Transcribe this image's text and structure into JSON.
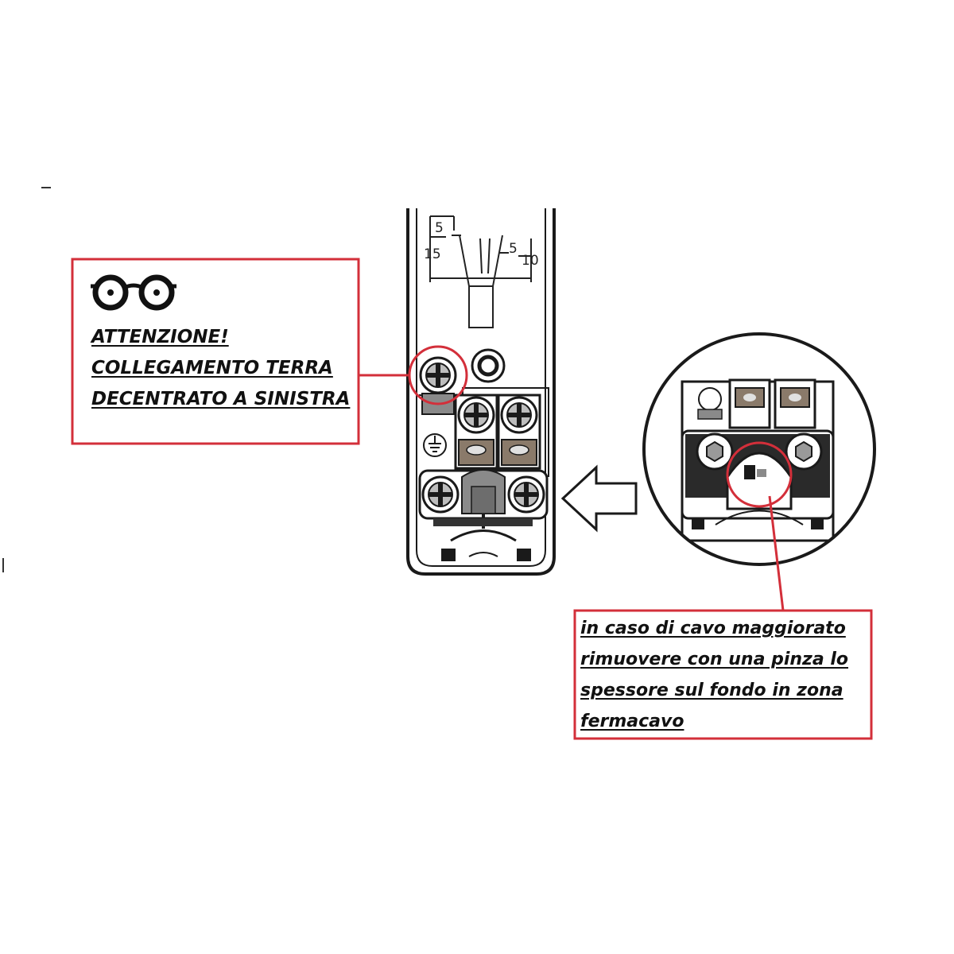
{
  "warning_box": {
    "icon": "glasses-icon",
    "lines": [
      "ATTENZIONE!",
      "COLLEGAMENTO TERRA",
      "DECENTRATO A SINISTRA"
    ]
  },
  "note_box": {
    "lines": [
      "in caso di cavo maggiorato",
      "rimuovere con una pinza lo",
      "spessore sul fondo in zona",
      "fermacavo"
    ]
  },
  "dimensions": {
    "top_left": "5",
    "left": "15",
    "top_right": "5",
    "right": "10"
  },
  "colors": {
    "callout_red": "#d32f3a",
    "line_dark": "#1a1a1a",
    "fill_gray": "#8a8a8a"
  }
}
